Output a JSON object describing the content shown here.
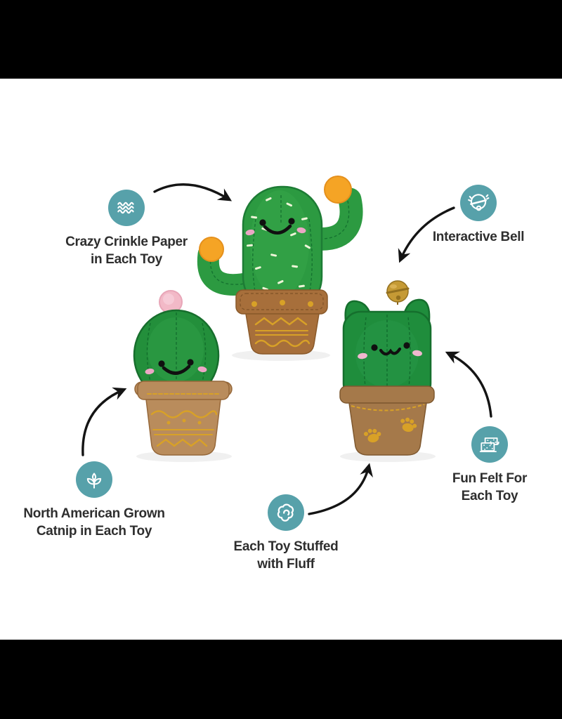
{
  "callouts": [
    {
      "icon": "crinkle-waves-icon",
      "lines": [
        "Crazy Crinkle Paper",
        "in Each Toy"
      ]
    },
    {
      "icon": "bell-icon",
      "lines": [
        "Interactive Bell"
      ]
    },
    {
      "icon": "catnip-sprout-icon",
      "lines": [
        "North American Grown",
        "Catnip in Each Toy"
      ]
    },
    {
      "icon": "fluff-cloud-icon",
      "lines": [
        "Each Toy Stuffed",
        "with Fluff"
      ]
    },
    {
      "icon": "felt-sheets-icon",
      "lines": [
        "Fun Felt For",
        "Each Toy"
      ]
    }
  ],
  "toys": [
    {
      "name": "saguaro cactus plush with orange pom-poms",
      "position": "top-center"
    },
    {
      "name": "barrel cactus plush with pink pom-pom",
      "position": "left"
    },
    {
      "name": "cat-shaped cactus plush with gold bell",
      "position": "right"
    }
  ],
  "colors": {
    "letterbox": "#000000",
    "photo_bg": "#ffffff",
    "icon_circle": "#57a1aa",
    "icon_glyph": "#ffffff",
    "label_text": "#2e2e2e",
    "arrow": "#141414",
    "cactus_green": "#2c9a41",
    "cactus_green_dark": "#1f8d3c",
    "pot_brown": "#a76f3b",
    "pot_tan": "#b98c5c",
    "embroidery_gold": "#d8a127",
    "pom_orange": "#f5a425",
    "pom_pink": "#f2b9c7",
    "bell_gold": "#c59a35"
  }
}
